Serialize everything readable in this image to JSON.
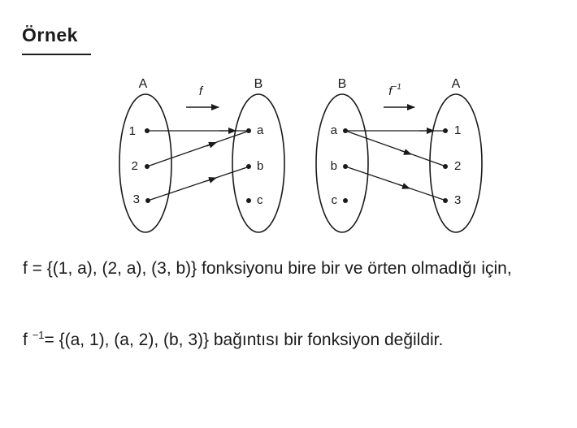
{
  "heading": "Örnek",
  "diagram_left": {
    "domain_label": "A",
    "codomain_label": "B",
    "arrow_label": "f",
    "domain_elements": [
      "1",
      "2",
      "3"
    ],
    "codomain_elements": [
      "a",
      "b",
      "c"
    ],
    "mapping": [
      {
        "from": "1",
        "to": "a"
      },
      {
        "from": "2",
        "to": "a"
      },
      {
        "from": "3",
        "to": "b"
      }
    ]
  },
  "diagram_right": {
    "domain_label": "B",
    "codomain_label": "A",
    "arrow_label": "f",
    "arrow_label_sup": "−1",
    "domain_elements": [
      "a",
      "b",
      "c"
    ],
    "codomain_elements": [
      "1",
      "2",
      "3"
    ],
    "mapping": [
      {
        "from": "a",
        "to": "1"
      },
      {
        "from": "a",
        "to": "2"
      },
      {
        "from": "b",
        "to": "3"
      }
    ]
  },
  "paragraph1": {
    "text": "f = {(1, a), (2, a), (3, b)}  fonksiyonu bire bir ve ör­ten olmadığı için,"
  },
  "paragraph2": {
    "prefix": "f",
    "sup": "−1",
    "rest": "= {(a, 1), (a, 2), (b, 3)} bağıntısı bir fonksiyon değildir."
  }
}
